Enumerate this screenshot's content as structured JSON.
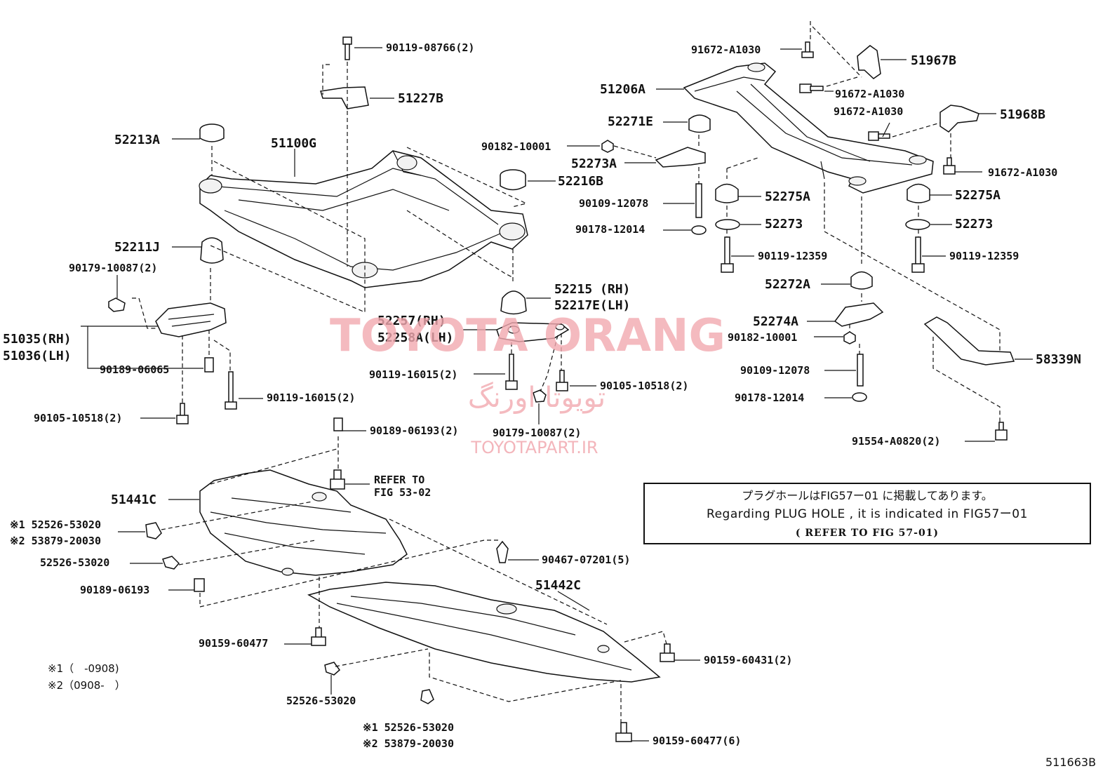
{
  "figure_id": "511663B",
  "labels": [
    {
      "id": "l01",
      "text": "90119-08766(2)"
    },
    {
      "id": "l02",
      "text": "51227B"
    },
    {
      "id": "l03",
      "text": "52213A"
    },
    {
      "id": "l04",
      "text": "51100G"
    },
    {
      "id": "l05",
      "text": "52216B"
    },
    {
      "id": "l06",
      "text": "52211J"
    },
    {
      "id": "l07",
      "text": "90179-10087(2)"
    },
    {
      "id": "l08",
      "text": "51035(RH)"
    },
    {
      "id": "l09",
      "text": "51036(LH)"
    },
    {
      "id": "l10",
      "text": "90189-06065"
    },
    {
      "id": "l11",
      "text": "90119-16015(2)"
    },
    {
      "id": "l12",
      "text": "90105-10518(2)"
    },
    {
      "id": "l13",
      "text": "52215 (RH)"
    },
    {
      "id": "l14",
      "text": "52217E(LH)"
    },
    {
      "id": "l15",
      "text": "52257(RH)"
    },
    {
      "id": "l16",
      "text": "52258A(LH)"
    },
    {
      "id": "l17",
      "text": "90119-16015(2)"
    },
    {
      "id": "l18",
      "text": "90105-10518(2)"
    },
    {
      "id": "l19",
      "text": "90179-10087(2)"
    },
    {
      "id": "l20",
      "text": "91672-A1030"
    },
    {
      "id": "l21",
      "text": "51967B"
    },
    {
      "id": "l22",
      "text": "51206A"
    },
    {
      "id": "l23",
      "text": "91672-A1030"
    },
    {
      "id": "l24",
      "text": "91672-A1030"
    },
    {
      "id": "l25",
      "text": "51968B"
    },
    {
      "id": "l26",
      "text": "52271E"
    },
    {
      "id": "l27",
      "text": "90182-10001"
    },
    {
      "id": "l28",
      "text": "52273A"
    },
    {
      "id": "l29",
      "text": "91672-A1030"
    },
    {
      "id": "l30",
      "text": "52275A"
    },
    {
      "id": "l31",
      "text": "52275A"
    },
    {
      "id": "l32",
      "text": "90109-12078"
    },
    {
      "id": "l33",
      "text": "90178-12014"
    },
    {
      "id": "l34",
      "text": "52273"
    },
    {
      "id": "l35",
      "text": "52273"
    },
    {
      "id": "l36",
      "text": "90119-12359"
    },
    {
      "id": "l37",
      "text": "90119-12359"
    },
    {
      "id": "l38",
      "text": "52272A"
    },
    {
      "id": "l39",
      "text": "52274A"
    },
    {
      "id": "l40",
      "text": "90182-10001"
    },
    {
      "id": "l41",
      "text": "58339N"
    },
    {
      "id": "l42",
      "text": "90109-12078"
    },
    {
      "id": "l43",
      "text": "90178-12014"
    },
    {
      "id": "l44",
      "text": "91554-A0820(2)"
    },
    {
      "id": "l45",
      "text": "90189-06193(2)"
    },
    {
      "id": "l46",
      "text": "REFER TO"
    },
    {
      "id": "l47",
      "text": "FIG 53-02"
    },
    {
      "id": "l48",
      "text": "51441C"
    },
    {
      "id": "l49",
      "text": "※1 52526-53020"
    },
    {
      "id": "l50",
      "text": "※2 53879-20030"
    },
    {
      "id": "l51",
      "text": "52526-53020"
    },
    {
      "id": "l52",
      "text": "90467-07201(5)"
    },
    {
      "id": "l53",
      "text": "90189-06193"
    },
    {
      "id": "l54",
      "text": "51442C"
    },
    {
      "id": "l55",
      "text": "90159-60477"
    },
    {
      "id": "l56",
      "text": "90159-60431(2)"
    },
    {
      "id": "l57",
      "text": "52526-53020"
    },
    {
      "id": "l58",
      "text": "※1 52526-53020"
    },
    {
      "id": "l59",
      "text": "※2 53879-20030"
    },
    {
      "id": "l60",
      "text": "90159-60477(6)"
    }
  ],
  "legend": {
    "line1": "※1（　-0908)",
    "line2": "※2（0908-　）"
  },
  "note": {
    "jp": "プラグホールはFIG57ー01 に掲載してあります。",
    "en": "Regarding PLUG HOLE , it is indicated in FIG57ー01",
    "ref": "( REFER TO FIG 57-01)"
  },
  "watermark": {
    "main": "TOYOTA ORANG",
    "farsi": "تویوتا اورنگ",
    "url": "TOYOTAPART.IR"
  }
}
